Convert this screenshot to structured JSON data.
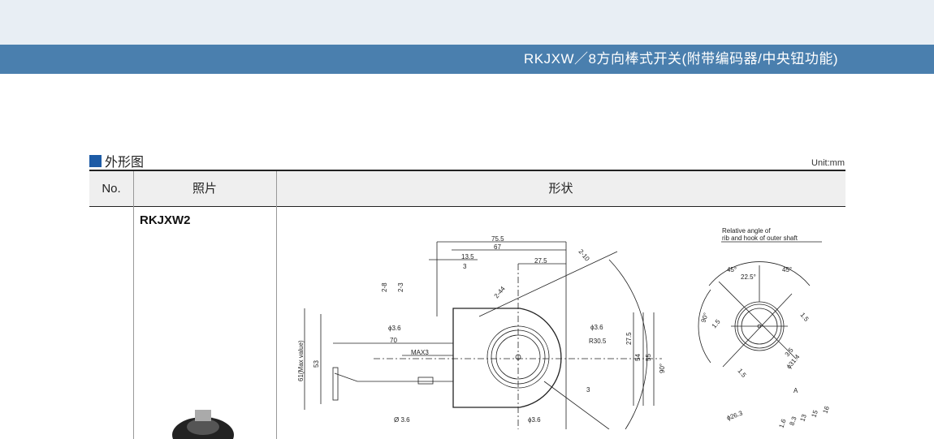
{
  "header": {
    "title": "RKJXW／8方向棒式开关(附带编码器/中央钮功能)"
  },
  "section": {
    "title": "外形图",
    "unit": "Unit:mm"
  },
  "table": {
    "columns": [
      "No.",
      "照片",
      "形状"
    ],
    "model": "RKJXW2"
  },
  "drawing": {
    "dims": [
      "75.5",
      "67",
      "13.5",
      "3",
      "27.5",
      "2-10",
      "2-44",
      "2-8",
      "2-3",
      "ϕ3.6",
      "70",
      "MAX3",
      "53",
      "61(Max value)",
      "ϕ3.6",
      "R30.5",
      "27.5",
      "54",
      "55",
      "90°",
      "3",
      "Ø 3.6",
      "ϕ3.6"
    ],
    "side": {
      "note1": "Relative angle of",
      "note2": "rib and hook of outer shaft",
      "dims": [
        "45°",
        "45°",
        "22.5°",
        "90°",
        "1.5",
        "1.5",
        "1.5",
        "3.5",
        "ϕ31.4",
        "A",
        "ϕ26.3",
        "16",
        "15",
        "13",
        "8.3",
        "1.6"
      ]
    }
  }
}
